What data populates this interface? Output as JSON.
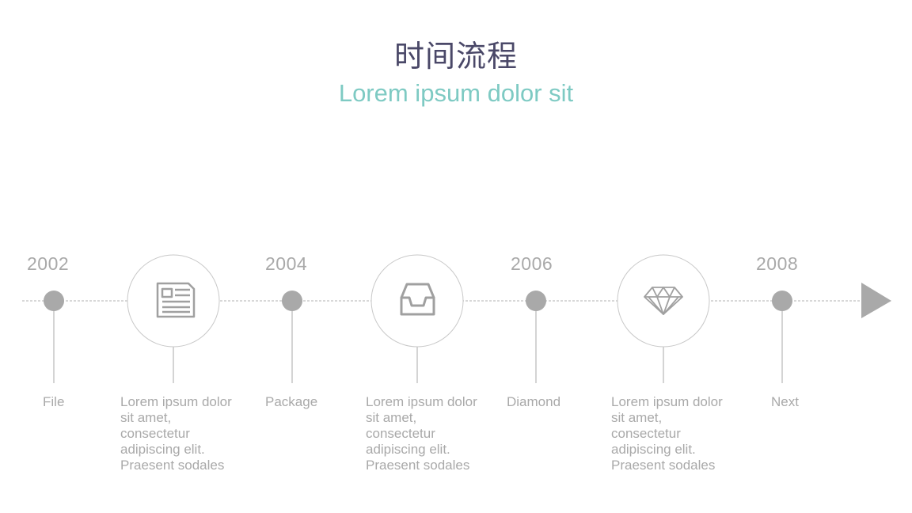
{
  "header": {
    "title": "时间流程",
    "subtitle": "Lorem ipsum dolor sit"
  },
  "colors": {
    "title": "#4a4868",
    "subtitle": "#7ecac3",
    "line": "#a9a9a9",
    "dot": "#a9a9a9",
    "text": "#a9a9a9",
    "circle_stroke": "#c8c8c8"
  },
  "milestones": [
    {
      "year": "2002",
      "label": "File"
    },
    {
      "year": "2004",
      "label": "Package"
    },
    {
      "year": "2006",
      "label": "Diamond"
    },
    {
      "year": "2008",
      "label": "Next"
    }
  ],
  "steps": [
    {
      "icon": "newspaper-icon",
      "description": "Lorem ipsum dolor\nsit amet,\nconsectetur\nadipiscing elit.\nPraesent sodales"
    },
    {
      "icon": "inbox-tray-icon",
      "description": "Lorem ipsum dolor\nsit amet,\nconsectetur\nadipiscing elit.\nPraesent sodales"
    },
    {
      "icon": "diamond-icon",
      "description": "Lorem ipsum dolor\nsit amet,\nconsectetur\nadipiscing elit.\nPraesent sodales"
    }
  ]
}
